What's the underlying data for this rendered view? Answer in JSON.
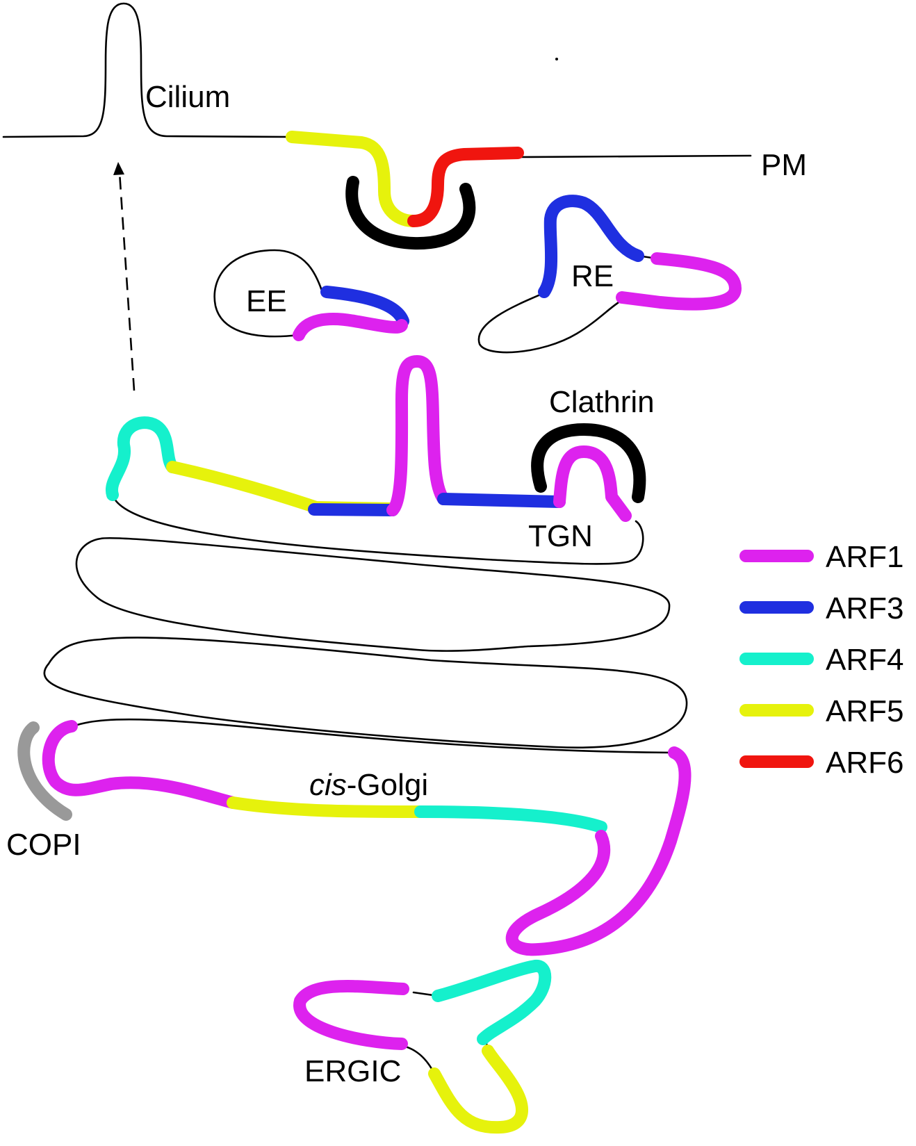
{
  "labels": {
    "cilium": "Cilium",
    "pm": "PM",
    "ee": "EE",
    "re": "RE",
    "clathrin": "Clathrin",
    "tgn": "TGN",
    "cis_prefix": "cis",
    "cis_suffix": "-Golgi",
    "copi": "COPI",
    "ergic": "ERGIC"
  },
  "legend": [
    {
      "name": "ARF1",
      "color": "#dd22ee"
    },
    {
      "name": "ARF3",
      "color": "#1f2fe0"
    },
    {
      "name": "ARF4",
      "color": "#15f0cc"
    },
    {
      "name": "ARF5",
      "color": "#e6f20c"
    },
    {
      "name": "ARF6",
      "color": "#f0150f"
    }
  ],
  "colors": {
    "arf1": "#dd22ee",
    "arf3": "#1f2fe0",
    "arf4": "#15f0cc",
    "arf5": "#e6f20c",
    "arf6": "#f0150f",
    "clathrin": "#000000",
    "copi": "#999999",
    "membrane": "#000000"
  }
}
